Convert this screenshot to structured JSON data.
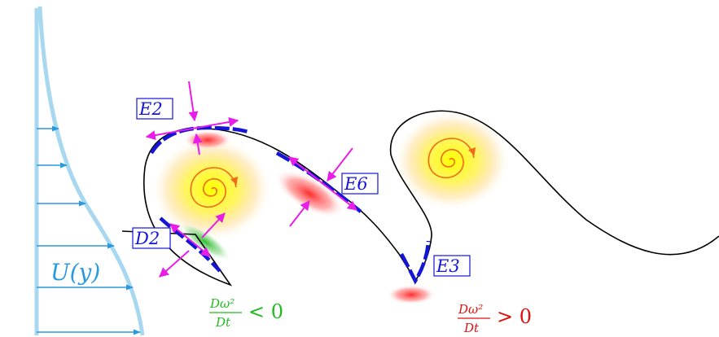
{
  "labels": {
    "e2": "E2",
    "e6": "E6",
    "e3": "E3",
    "d2": "D2"
  },
  "velocity_profile": {
    "label": "U(y)"
  },
  "conditions": {
    "negative": {
      "numerator": "Dω²",
      "denominator": "Dt",
      "relation": "< 0"
    },
    "positive": {
      "numerator": "Dω²",
      "denominator": "Dt",
      "relation": "> 0"
    }
  },
  "colors": {
    "interface": "#000000",
    "stretched_segment": "#1515d8",
    "arrow": "#e81ee8",
    "vortex_spiral": "#f06a1a",
    "profile": "#a8d8f0",
    "profile_arrow": "#2a9ae0",
    "negative": "#22bb22",
    "positive": "#e01010",
    "label_text": "#1515d8"
  },
  "icons": {
    "vortex": "spiral-icon",
    "strain": "double-arrow-icon"
  }
}
